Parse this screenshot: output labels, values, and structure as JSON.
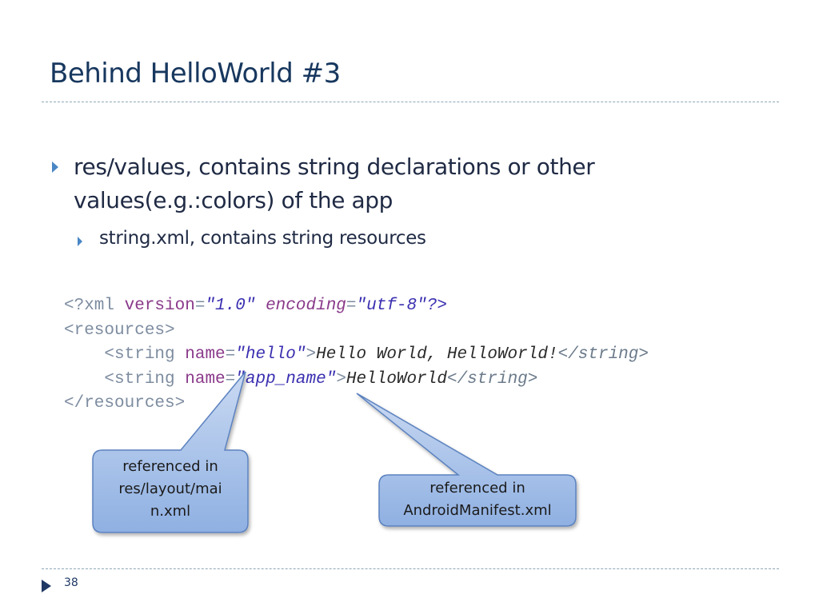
{
  "slide": {
    "title": "Behind HelloWorld #3",
    "bullet1": "res/values, contains string declarations or other values(e.g.:colors) of the app",
    "bullet2": "string.xml, contains string resources",
    "page_number": "38"
  },
  "code": {
    "l1_open": "<?xml ",
    "l1_attr1": "version",
    "l1_eq1": "=",
    "l1_val1": "\"1.0\"",
    "l1_sp": " ",
    "l1_attr2": "encoding",
    "l1_eq2": "=",
    "l1_val2": "\"utf-8\"",
    "l1_close": "?>",
    "l2": "<resources>",
    "l3_indent": "    ",
    "l3_open": "<string ",
    "l3_attr": "name",
    "l3_eq": "=",
    "l3_val": "\"hello\"",
    "l3_gt": ">",
    "l3_text": "Hello World, HelloWorld!",
    "l3_close": "</string>",
    "l4_indent": "    ",
    "l4_open": "<string ",
    "l4_attr": "name",
    "l4_eq": "=",
    "l4_val": "\"app_name\"",
    "l4_gt": ">",
    "l4_text": "HelloWorld",
    "l4_close": "</string>",
    "l5": "</resources>"
  },
  "callouts": {
    "left_line1": "referenced in",
    "left_line2": "res/layout/mai",
    "left_line3": "n.xml",
    "right_line1": "referenced in",
    "right_line2": "AndroidManifest.xml"
  },
  "colors": {
    "title": "#17375e",
    "bullet_marker": "#4a86c5",
    "callout_fill_top": "#c9d9f2",
    "callout_fill_bottom": "#8fb0e2",
    "callout_border": "#5b82bf"
  }
}
